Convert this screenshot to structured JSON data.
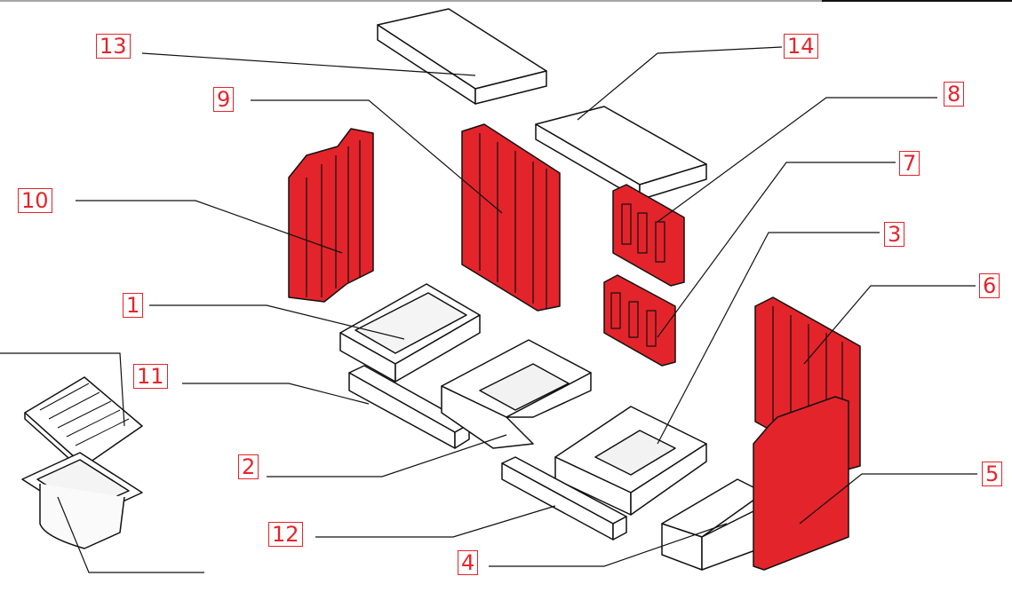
{
  "colors": {
    "brick": "#e3242b",
    "outline": "#111111",
    "part": "#ffffff",
    "label": "#e3242b"
  },
  "callouts": [
    "1",
    "2",
    "3",
    "4",
    "5",
    "6",
    "7",
    "8",
    "9",
    "10",
    "11",
    "12",
    "13",
    "14"
  ]
}
